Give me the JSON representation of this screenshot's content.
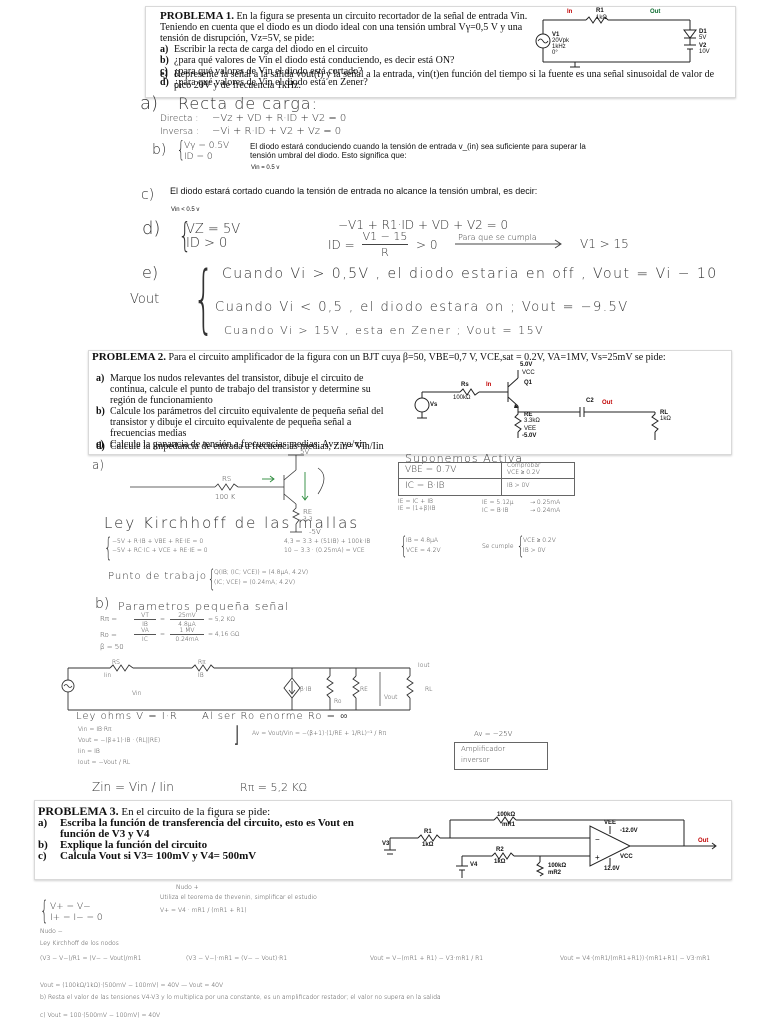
{
  "p1": {
    "title": "PROBLEMA 1.",
    "intro": "En la figura se presenta un circuito recortador de la señal de entrada Vin. Teniendo en cuenta que el diodo es un diodo ideal con una tensión umbral Vγ=0,5 V y una tensión de disrupción, Vz=5V, se pide:",
    "items": [
      {
        "label": "a)",
        "text": "Escribir la recta de carga del diodo en el circuito"
      },
      {
        "label": "b)",
        "text": "¿para qué valores de Vin el diodo está conduciendo, es decir está ON?"
      },
      {
        "label": "c)",
        "text": "¿para qué valores de Vin el diodo está cortado?"
      },
      {
        "label": "d)",
        "text": "¿para qué valores de Vin el diodo está en Zener?"
      },
      {
        "label": "e)",
        "text": "Represente la señal a la salida vout(t) y la señal a la entrada, vin(t)en función del tiempo si la fuente es una señal sinusoidal de valor de pico 20V y de frecuencia 1kHz."
      }
    ],
    "circuit": {
      "in": "In",
      "r1": "R1",
      "r1v": "1kΩ",
      "out": "Out",
      "v1": "V1",
      "v1a": "20Vpk",
      "v1b": "1kHz",
      "v1c": "0°",
      "d1": "D1",
      "d1v": "5V",
      "v2": "V2",
      "v2v": "10V"
    }
  },
  "s1": {
    "a_label": "a)",
    "a_title": "Recta de carga:",
    "directa_label": "Directa :",
    "directa_eq": "−Vz + VD + R·ID + V2 = 0",
    "inversa_label": "Inversa :",
    "inversa_eq": "−Vi + R·ID + V2 + Vz = 0",
    "b_label": "b)",
    "b_cond1": "Vγ = 0.5V",
    "b_cond2": "ID = 0",
    "b_text": "El diodo estará conduciendo cuando la tensión de entrada  v_(in) sea suficiente para superar la tensión umbral del diodo. Esto significa que:",
    "b_result": "Vin = 0.5 v",
    "c_label": "c)",
    "c_text": "El diodo estará cortado cuando la tensión de entrada no alcance la tensión umbral, es decir:",
    "c_result": "Vin < 0.5 v",
    "d_label": "d)",
    "d_cond1": "VZ = 5V",
    "d_cond2": "ID > 0",
    "d_eq1": "−V1 + R1·ID + VD + V2 = 0",
    "d_eq2_lhs": "ID =",
    "d_eq2_num": "V1 − 15",
    "d_eq2_den": "R",
    "d_eq2_rhs": "> 0",
    "d_arrow_text": "Para que se cumpla",
    "d_result": "V1 > 15",
    "e_label": "e)",
    "e_vout": "Vout",
    "e_case1": "Cuando  Vi > 0,5V , el diodo estaria en off , Vout = Vi − 10",
    "e_case2": "Cuando  Vi < 0,5 , el diodo estara on ; Vout = −9.5V",
    "e_case3": "Cuando  Vi > 15V , esta en Zener ; Vout = 15V"
  },
  "p2": {
    "title": "PROBLEMA 2.",
    "intro": "Para el circuito amplificador de la figura con un BJT cuya β=50, VBE=0,7 V, VCE,sat = 0.2V, VA=1MV, Vs=25mV se pide:",
    "items": [
      {
        "label": "a)",
        "text": "Marque los nudos relevantes del transistor, dibuje el circuito de continua, calcule el punto de trabajo del transistor y determine su región de funcionamiento"
      },
      {
        "label": "b)",
        "text": "Calcule los parámetros del circuito equivalente de pequeña señal del transistor y dibuje el circuito equivalente de pequeña señal a frecuencias medias"
      },
      {
        "label": "c)",
        "text": "Calcule la ganancia de tensión a frecuencias medias, Av= vo/vin"
      },
      {
        "label": "d)",
        "text": "Calcule la impedancia de entrada a frecuencias medias, Zin= Vin/Iin"
      }
    ],
    "circuit": {
      "v5": "5.0V",
      "vcc": "VCC",
      "q1": "Q1",
      "rs": "Rs",
      "rsv": "100kΩ",
      "in": "In",
      "vs": "Vs",
      "re": "RE",
      "rev": "3.3kΩ",
      "c2": "C2",
      "out": "Out",
      "rl": "RL",
      "rlv": "1kΩ",
      "vee": "VEE",
      "vm5": "-5.0V"
    }
  },
  "s2": {
    "a_label": "a)",
    "circ_5v": "5V",
    "circ_rs": "RS",
    "circ_rsv": "100 K",
    "circ_re": "RE",
    "circ_rev": "3.3",
    "circ_neg": "-5V",
    "suponemos": "Suponemos Activa",
    "sup_row1": "VBE = 0.7V",
    "sup_row2": "IC = B·IB",
    "comp_title": "Comprobar",
    "comp_row1": "VCE ≥ 0.2V",
    "comp_row2": "IB > 0V",
    "rel1": "IE = IC + IB",
    "rel2": "IE = (1+β)IB",
    "rel3": "IE = 5.12μ",
    "rel3b": "→ 0.25mA",
    "rel4": "IC = B·IB",
    "rel4b": "→ 0.24mA",
    "kirchhoff": "Ley Kirchhoff de las mallas",
    "k_eq1": "−5V + R·IB + VBE + RE·IE = 0",
    "k_eq2": "−5V + RC·IC + VCE + RE·IE = 0",
    "k_r1": "4,3 = 3.3 + (51IB) + 100k·IB",
    "k_r2": "10 − 3.3 · (0.25mA) = VCE",
    "k_v1": "IB = 4.8μA",
    "k_v2": "VCE = 4.2V",
    "k_check": "Se cumple",
    "k_c1": "VCE ≥ 0.2V",
    "k_c2": "IB > 0V",
    "punto": "Punto de trabajo",
    "punto1": "Q(IB; (IC; VCE)) = (4.8μA, 4.2V)",
    "punto2": "(IC; VCE) = (0.24mA; 4.2V)",
    "b_label": "b)",
    "param": "Parametros pequeña señal",
    "rpi_l": "Rπ =",
    "rpi_n": "VT",
    "rpi_d": "IB",
    "rpi_n2": "25mV",
    "rpi_d2": "4.8μA",
    "rpi_r": "= 5,2 KΩ",
    "ro_l": "Ro =",
    "ro_n": "VA",
    "ro_d": "IC",
    "ro_n2": "1 MV",
    "ro_d2": "0.24mA",
    "ro_r": "= 4,16 GΩ",
    "beta": "β = 50",
    "ckt_rs": "RS",
    "ckt_rpi": "Rπ",
    "ckt_ib": "IB",
    "ckt_iin": "Iin",
    "ckt_vin": "Vin",
    "ckt_bib": "β·IB",
    "ckt_ro": "Ro",
    "ckt_re": "RE",
    "ckt_rl": "RL",
    "ckt_vout": "Vout",
    "ckt_iout": "Iout",
    "ohm": "Ley ohms V = I·R",
    "ohm_note": "Al ser Ro enorme  Ro = ∞",
    "vin_eq": "Vin = IB·Rπ",
    "vout_eq": "Vout = −(β+1)·IB · (RL||RE)",
    "ib_eq": "Iin = IB",
    "iout_eq": "Iout = −Vout / RL",
    "av_eq": "Av = Vout/Vin = −(β+1)·(1/RE + 1/RL)⁻¹ / Rπ",
    "av_res": "Av = −25V",
    "ampl1": "Amplificador",
    "ampl2": "inversor",
    "zin": "Zin = Vin / Iin",
    "zin_res": "Rπ = 5,2 KΩ"
  },
  "p3": {
    "title": "PROBLEMA 3.",
    "intro": "En el circuito de la figura se pide:",
    "items": [
      {
        "label": "a)",
        "text": "Escriba la función de transferencia del circuito, esto es Vout en función de V3 y V4"
      },
      {
        "label": "b)",
        "text": "Explique la función del circuito"
      },
      {
        "label": "c)",
        "text": "Calcula Vout si V3= 100mV y V4= 500mV"
      }
    ],
    "circuit": {
      "r100a": "100kΩ",
      "mr1": "mR1",
      "r1": "R1",
      "r1v": "1kΩ",
      "v3": "V3",
      "r2": "R2",
      "r2v": "1kΩ",
      "v4": "V4",
      "r100b": "100kΩ",
      "mr2": "mR2",
      "vee": "VEE",
      "veev": "-12.0V",
      "vcc": "VCC",
      "vccv": "12.0V",
      "out": "Out"
    }
  },
  "s3": {
    "cond1": "V+ = V−",
    "cond2": "I+ = I− = 0",
    "nudo_plus": "Nudo +",
    "thev": "Utiliza el teorema de thevenin, simplificar el estudio",
    "vplus": "V+ = V4 · mR1 / (mR1 + R1)",
    "nudo_minus": "Nudo −",
    "kirch": "Ley Kirchhoff de los nodos",
    "eq1": "(V3 − V−)/R1 = (V− − Vout)/mR1",
    "eq2": "(V3 − V−)·mR1 = (V− − Vout)·R1",
    "eq3": "Vout = V−(mR1 + R1) − V3·mR1 / R1",
    "eq4": "Vout = V4·(mR1/(mR1+R1))·(mR1+R1) − V3·mR1",
    "eq5": "Vout = (100kΩ/1kΩ)·(500mV − 100mV) = 40V — Vout = 40V",
    "b_note": "b) Resta el valor de las tensiones V4-V3 y lo multiplica por una constante, es un amplificador restador; el valor no supera en la salida",
    "c_note": "c) Vout = 100·(500mV − 100mV) = 40V"
  }
}
